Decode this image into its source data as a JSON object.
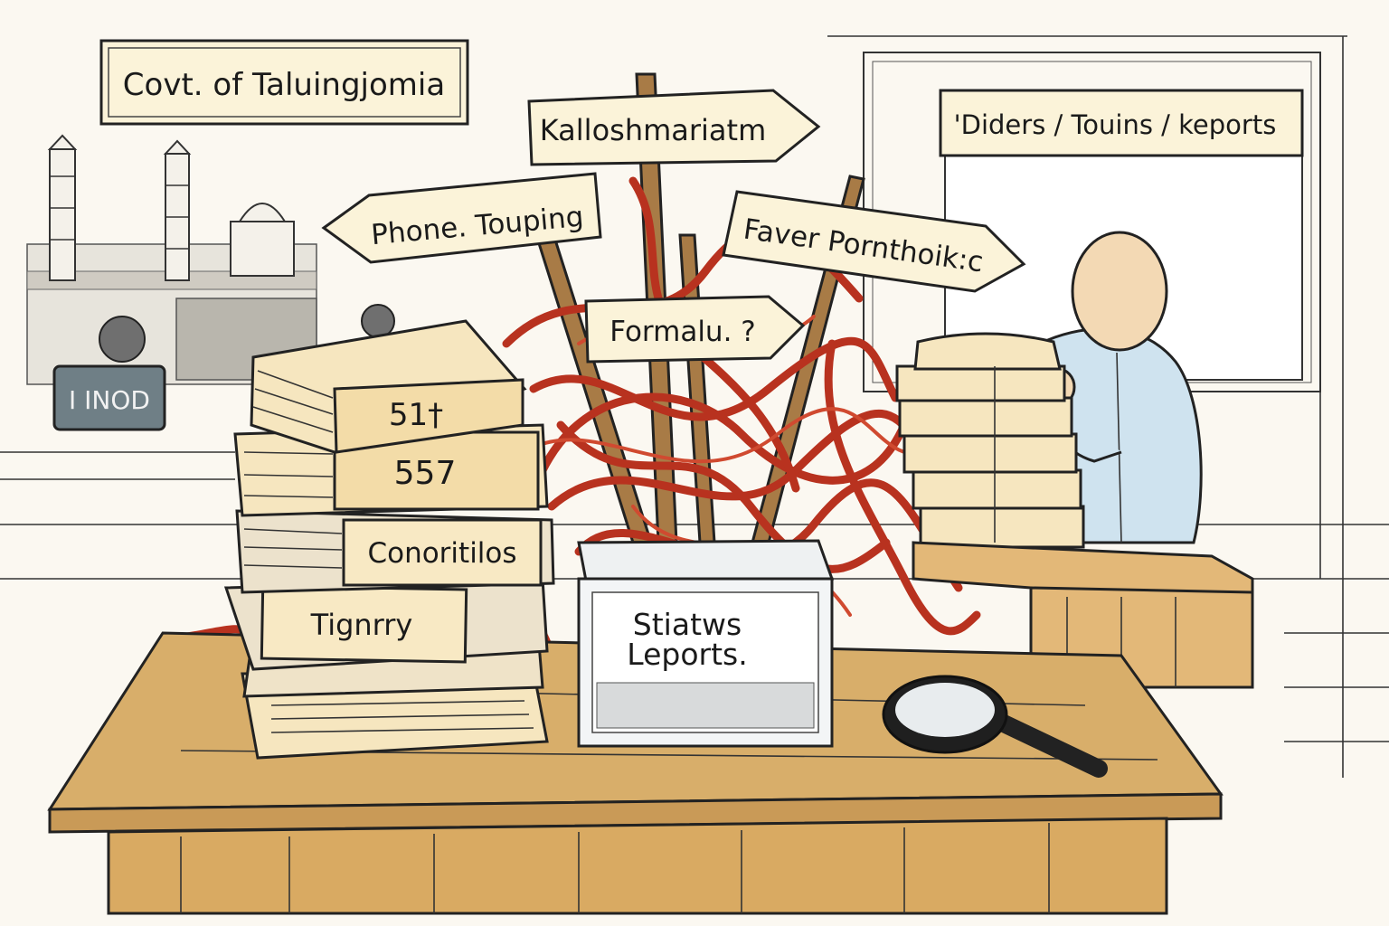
{
  "signs": {
    "govt": "Covt. of Taluingjomia",
    "kalloshmaria": "Kalloshmariatm",
    "phone": "Phone. Touping",
    "faver": "Faver Pornthoik:c",
    "formal": "Formalu. ?",
    "orders": "'Diders / Touins / keports",
    "inod": "I INOD"
  },
  "binders": {
    "top": "51†",
    "second": "557",
    "third": "Conoritilos",
    "fourth": "Tignrry"
  },
  "box": {
    "line1": "Stiatws",
    "line2": "Leports."
  },
  "colors": {
    "red_tape": "#b8321f",
    "paper": "#f6e6bf",
    "desk": "#d8ae6a",
    "sign": "#fbf3d9",
    "shirt": "#cfe3ef",
    "skin": "#f3d9b4"
  }
}
